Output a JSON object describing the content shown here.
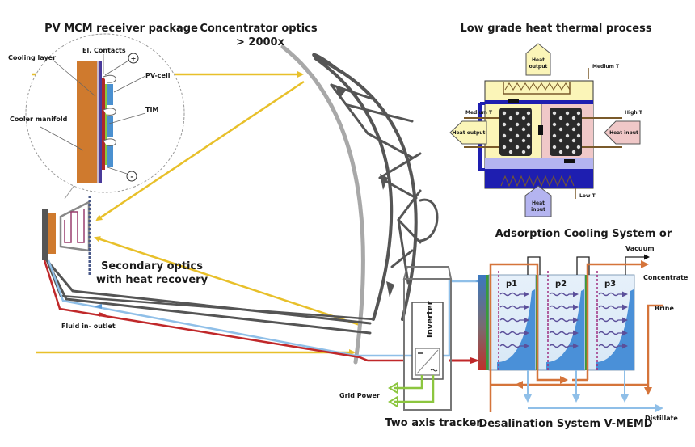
{
  "titles": {
    "pv_mcm": "PV MCM receiver package",
    "concentrator_line1": "Concentrator optics",
    "concentrator_line2": "> 2000x",
    "low_grade": "Low grade heat thermal process",
    "adsorption": "Adsorption Cooling System  or",
    "secondary_line1": "Secondary optics",
    "secondary_line2": "with heat recovery",
    "tracker": "Two axis tracker",
    "desalination": "Desalination System V-MEMD"
  },
  "pv_labels": {
    "el_contacts": "El. Contacts",
    "cooling_layer": "Cooling layer",
    "pv_cell": "PV-cell",
    "tim": "TIM",
    "cooler_manifold": "Cooler manifold",
    "plus": "+",
    "minus": "-"
  },
  "thermal_labels": {
    "heat_output_top_1": "Heat",
    "heat_output_top_2": "output",
    "medium_t_top": "Medium T",
    "medium_t_left": "Medium T",
    "high_t": "High T",
    "heat_output_left": "Heat output",
    "heat_input_right": "Heat input",
    "heat_input_bottom_1": "Heat",
    "heat_input_bottom_2": "input",
    "low_t": "Low T"
  },
  "system_labels": {
    "fluid": "Fluid in- outlet",
    "inverter": "Inverter",
    "grid_power": "Grid Power",
    "vacuum": "Vacuum",
    "concentrate": "Concentrate",
    "brine": "Brine",
    "distillate": "Distillate",
    "stages": [
      "p1",
      "p2",
      "p3"
    ]
  },
  "colors": {
    "sunlight": "#e8c02a",
    "frame": "#555555",
    "mirror": "#a8a8a8",
    "hot_fluid": "#c0282a",
    "cold_fluid": "#8fbfe8",
    "brine_flow": "#d5743a",
    "grid": "#8cc63f",
    "manifold": "#cf7a2e"
  }
}
